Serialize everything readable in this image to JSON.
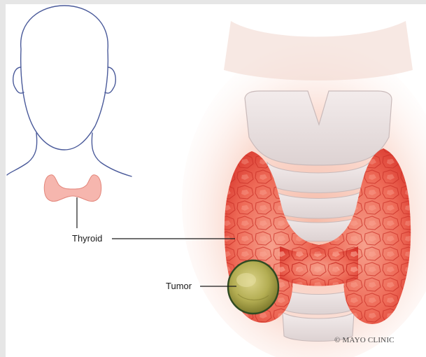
{
  "labels": {
    "thyroid": "Thyroid",
    "tumor": "Tumor"
  },
  "credit": "© MAYO CLINIC",
  "colors": {
    "frame": "#e6e6e6",
    "panel": "#ffffff",
    "outline": "#4a5a9a",
    "thyroid_fill": "#f6b6ae",
    "gland": "#e8483d",
    "gland_light": "#f58a78",
    "cartilage": "#ece4e4",
    "tumor": "#a8a34a",
    "glow": "#f4a58a"
  }
}
